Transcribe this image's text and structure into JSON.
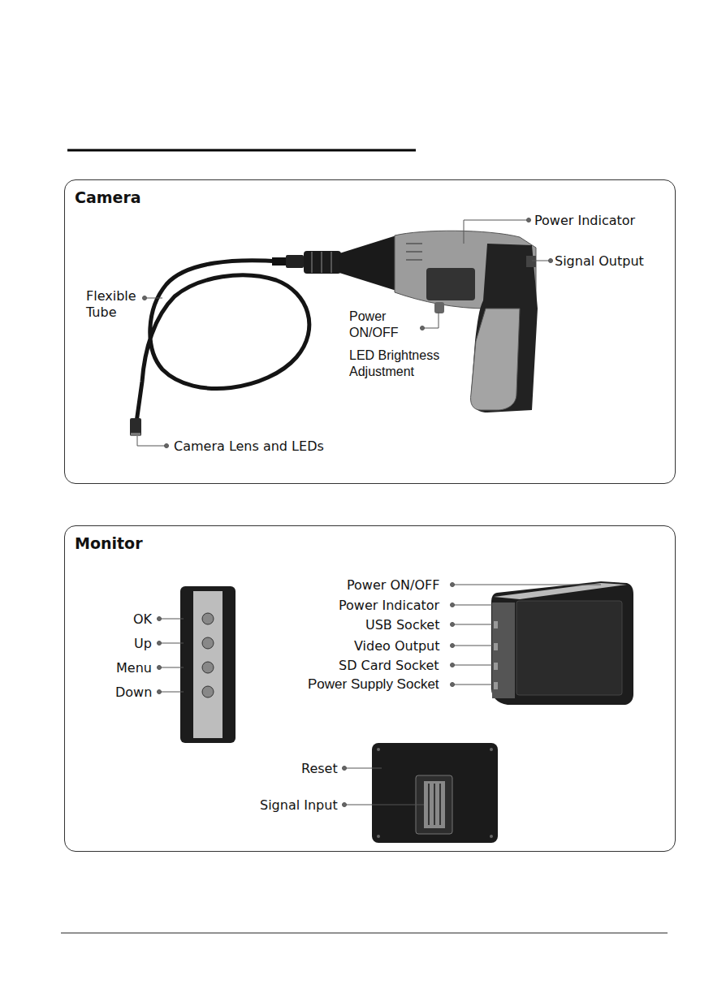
{
  "diagram": {
    "nodes": [
      {
        "text": [
          "Camera"
        ]
      },
      {
        "text": [
          "Monitor"
        ]
      }
    ],
    "labels": [
      "Power Indicator",
      "Signal Output",
      "Flexible Tube",
      "Power ON/OFF",
      "LED Brightness Adjustment",
      "Camera Lens and LEDs",
      "OK",
      "Up",
      "Menu",
      "Down",
      "Power ON/OFF",
      "Power Indicator",
      "USB Socket",
      "Video Output",
      "SD Card Socket",
      "Power Supply Socket",
      "Reset",
      "Signal Input"
    ]
  }
}
